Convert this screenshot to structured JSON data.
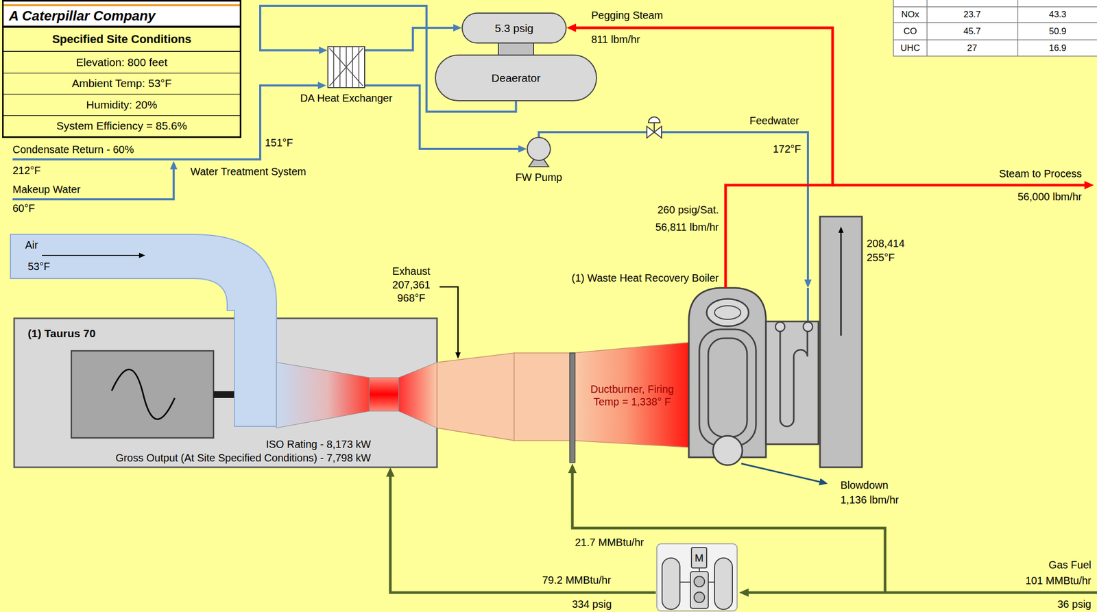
{
  "diagram": {
    "nodes": [
      {
        "text": [
          "A Caterpillar Company"
        ]
      },
      {
        "text": [
          "Specified Site Conditions",
          "Elevation: 800 feet",
          "Ambient Temp: 53°F",
          "Humidity: 20%",
          "System Efficiency = 85.6%"
        ]
      },
      {
        "text": [
          "5.3 psig"
        ]
      },
      {
        "text": [
          "Deaerator"
        ]
      },
      {
        "text": [
          "DA Heat Exchanger"
        ]
      },
      {
        "text": [
          "FW Pump"
        ]
      },
      {
        "text": [
          "Air",
          "53°F"
        ]
      },
      {
        "text": [
          "(1) Taurus 70",
          "ISO Rating - 8,173 kW",
          "Gross Output (At Site Specified Conditions) - 7,798 kW"
        ]
      },
      {
        "text": [
          "(1) Waste Heat Recovery Boiler"
        ]
      },
      {
        "text": [
          "Ductburner, Firing Temp = 1,338° F"
        ]
      },
      {
        "text": [
          "M"
        ]
      }
    ],
    "edges": [
      {
        "from": 3,
        "to": 4,
        "arrow": "to"
      },
      {
        "from": 4,
        "to": 2,
        "arrow": "to"
      },
      {
        "from": 4,
        "to": 5,
        "arrow": "to"
      },
      {
        "from": 5,
        "to": 8,
        "arrow": "to"
      },
      {
        "from": 8,
        "to": 2,
        "arrow": "to"
      },
      {
        "from": 10,
        "to": 7,
        "arrow": "to"
      }
    ],
    "labels": [
      "Condensate Return - 60%",
      "212°F",
      "Makeup Water",
      "60°F",
      "151°F",
      "Water Treatment System",
      "Pegging Steam",
      "811 lbm/hr",
      "Feedwater",
      "172°F",
      "260 psig/Sat.",
      "56,811 lbm/hr",
      "Steam to Process",
      "56,000 lbm/hr",
      "Exhaust",
      "207,361",
      "968°F",
      "208,414",
      "255°F",
      "Blowdown",
      "1,136 lbm/hr",
      "21.7 MMBtu/hr",
      "79.2 MMBtu/hr",
      "334 psig",
      "Gas Fuel",
      "101 MMBtu/hr",
      "36 psig",
      "NOx",
      "23.7",
      "43.3",
      "CO",
      "45.7",
      "50.9",
      "UHC",
      "27",
      "16.9"
    ]
  }
}
